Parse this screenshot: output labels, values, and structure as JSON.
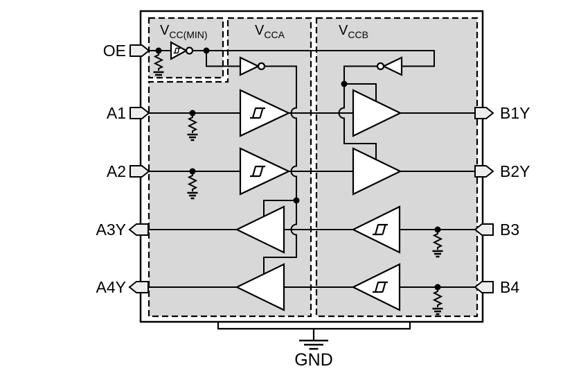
{
  "diagram": {
    "title": "functional-block-diagram",
    "ports_left": [
      {
        "label": "OE",
        "direction": "input"
      },
      {
        "label": "A1",
        "direction": "input"
      },
      {
        "label": "A2",
        "direction": "input"
      },
      {
        "label": "A3Y",
        "direction": "output"
      },
      {
        "label": "A4Y",
        "direction": "output"
      }
    ],
    "ports_right": [
      {
        "label": "B1Y",
        "direction": "output"
      },
      {
        "label": "B2Y",
        "direction": "output"
      },
      {
        "label": "B3",
        "direction": "input"
      },
      {
        "label": "B4",
        "direction": "input"
      }
    ],
    "regions": {
      "vccmin": {
        "main": "V",
        "sub": "CC(MIN)"
      },
      "vcca": {
        "main": "V",
        "sub": "CCA"
      },
      "vccb": {
        "main": "V",
        "sub": "CCB"
      }
    },
    "ground_label": "GND",
    "colors": {
      "line": "#000000",
      "region_fill": "#d8d8d8",
      "port_fill": "#ededed",
      "background": "#ffffff"
    }
  }
}
